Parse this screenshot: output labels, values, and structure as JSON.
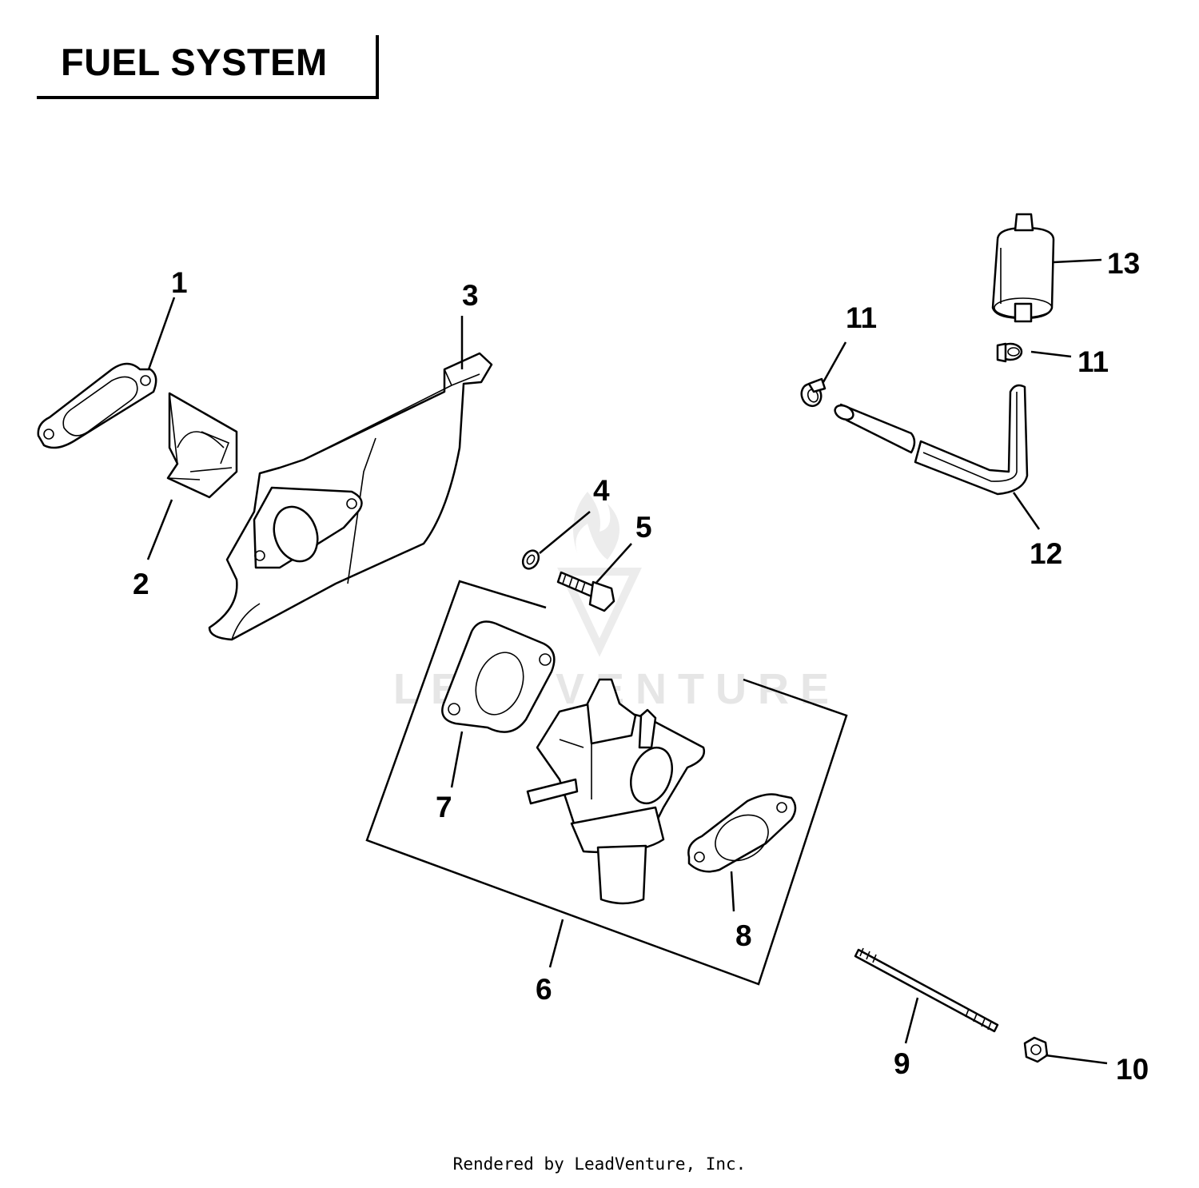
{
  "title": "FUEL SYSTEM",
  "footer": "Rendered by LeadVenture, Inc.",
  "watermark": "LEADVENTURE",
  "callouts": {
    "c1": "1",
    "c2": "2",
    "c3": "3",
    "c4": "4",
    "c5": "5",
    "c6": "6",
    "c7": "7",
    "c8": "8",
    "c9": "9",
    "c10": "10",
    "c11a": "11",
    "c11b": "11",
    "c12": "12",
    "c13": "13"
  }
}
